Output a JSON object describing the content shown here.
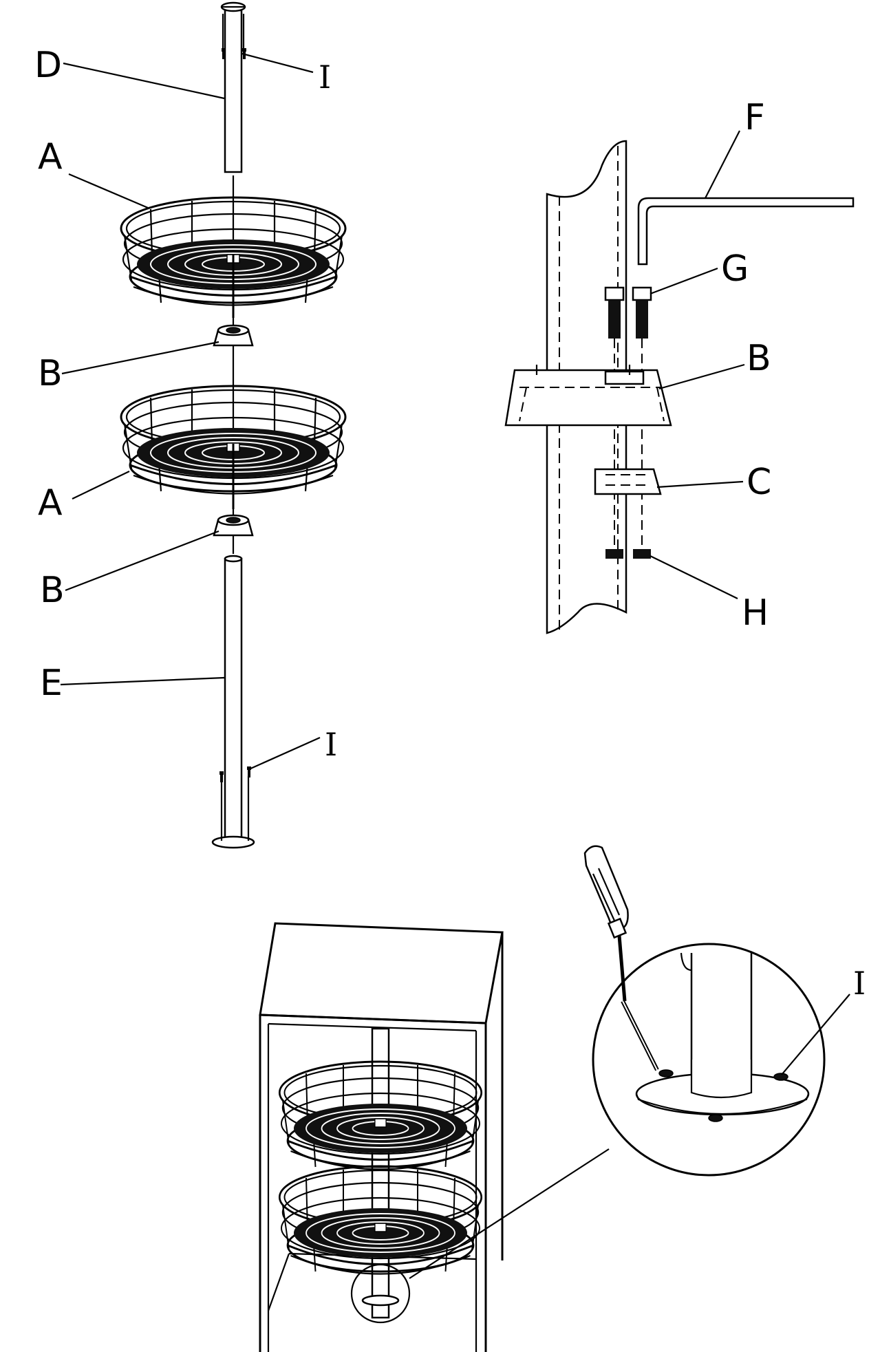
{
  "labels": {
    "D": "D",
    "A_top": "A",
    "B_top": "B",
    "A_bottom": "A",
    "B_bottom": "B",
    "E": "E",
    "I_top": "I",
    "I_bottom": "I",
    "F": "F",
    "G": "G",
    "B_detail": "B",
    "C": "C",
    "H": "H",
    "I_zoom": "I"
  }
}
